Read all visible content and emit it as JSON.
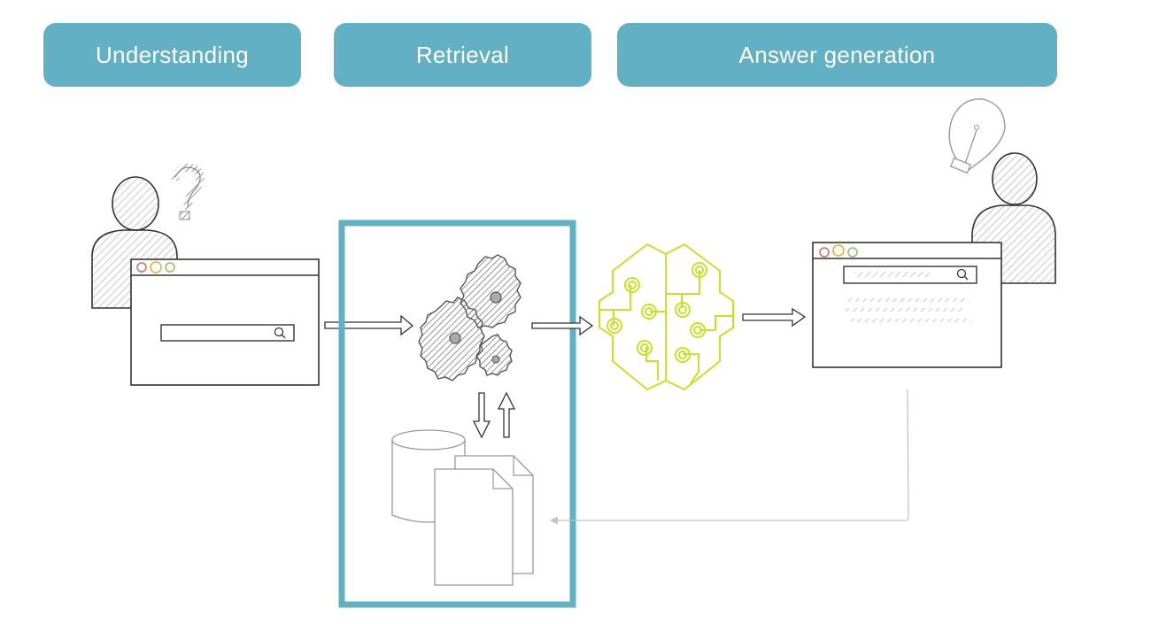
{
  "colors": {
    "accent": "#62b0c4",
    "sketch": "#333333",
    "hatch": "#9a9a9a",
    "brain": "#c8e02a",
    "dot_red": "#d46a6a",
    "dot_yellow": "#e0b030",
    "dot_green": "#8fbf6a",
    "return_line": "#c4c4c4"
  },
  "stages": [
    {
      "label": "Understanding"
    },
    {
      "label": "Retrieval"
    },
    {
      "label": "Answer generation"
    }
  ],
  "icons": {
    "question": "question-mark-icon",
    "user": "user-icon",
    "browser": "browser-window-icon",
    "search": "search-icon",
    "gears": "gears-icon",
    "database": "database-icon",
    "documents": "documents-icon",
    "brain": "brain-circuit-icon",
    "lightbulb": "lightbulb-icon"
  }
}
